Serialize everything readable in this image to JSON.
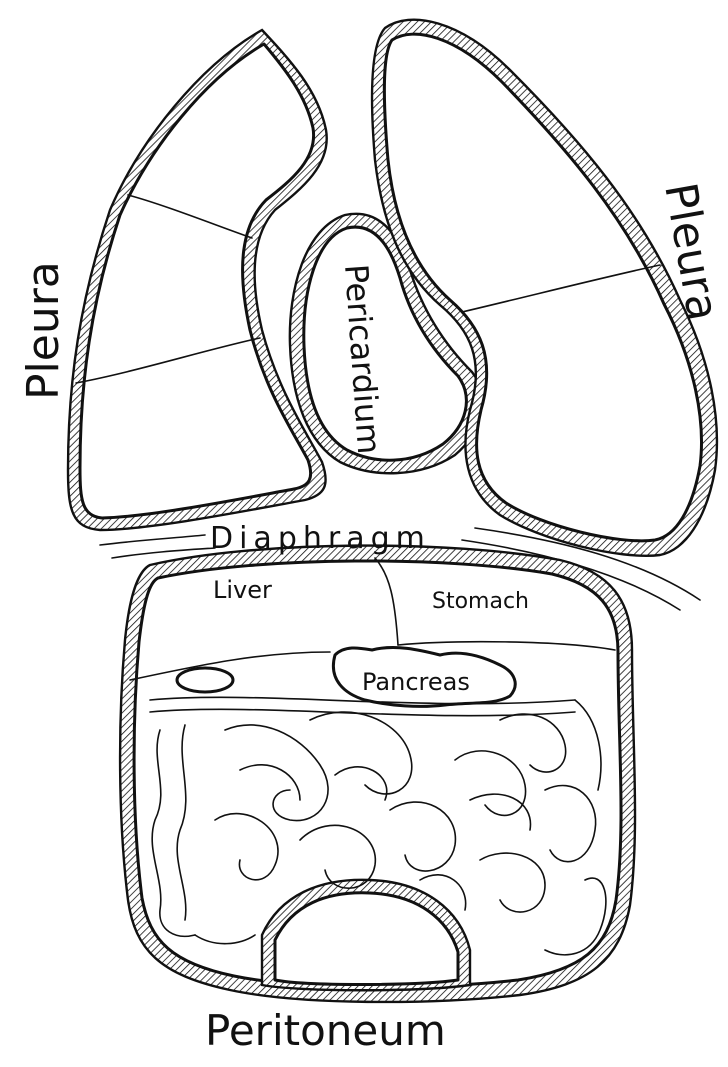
{
  "labels": {
    "pleura_left": "Pleura",
    "pleura_right": "Pleura",
    "pericardium": "Pericardium",
    "diaphragm": "Diaphragm",
    "liver": "Liver",
    "stomach": "Stomach",
    "pancreas": "Pancreas",
    "peritoneum": "Peritoneum"
  },
  "colors": {
    "ink": "#111111",
    "paper": "#ffffff"
  }
}
